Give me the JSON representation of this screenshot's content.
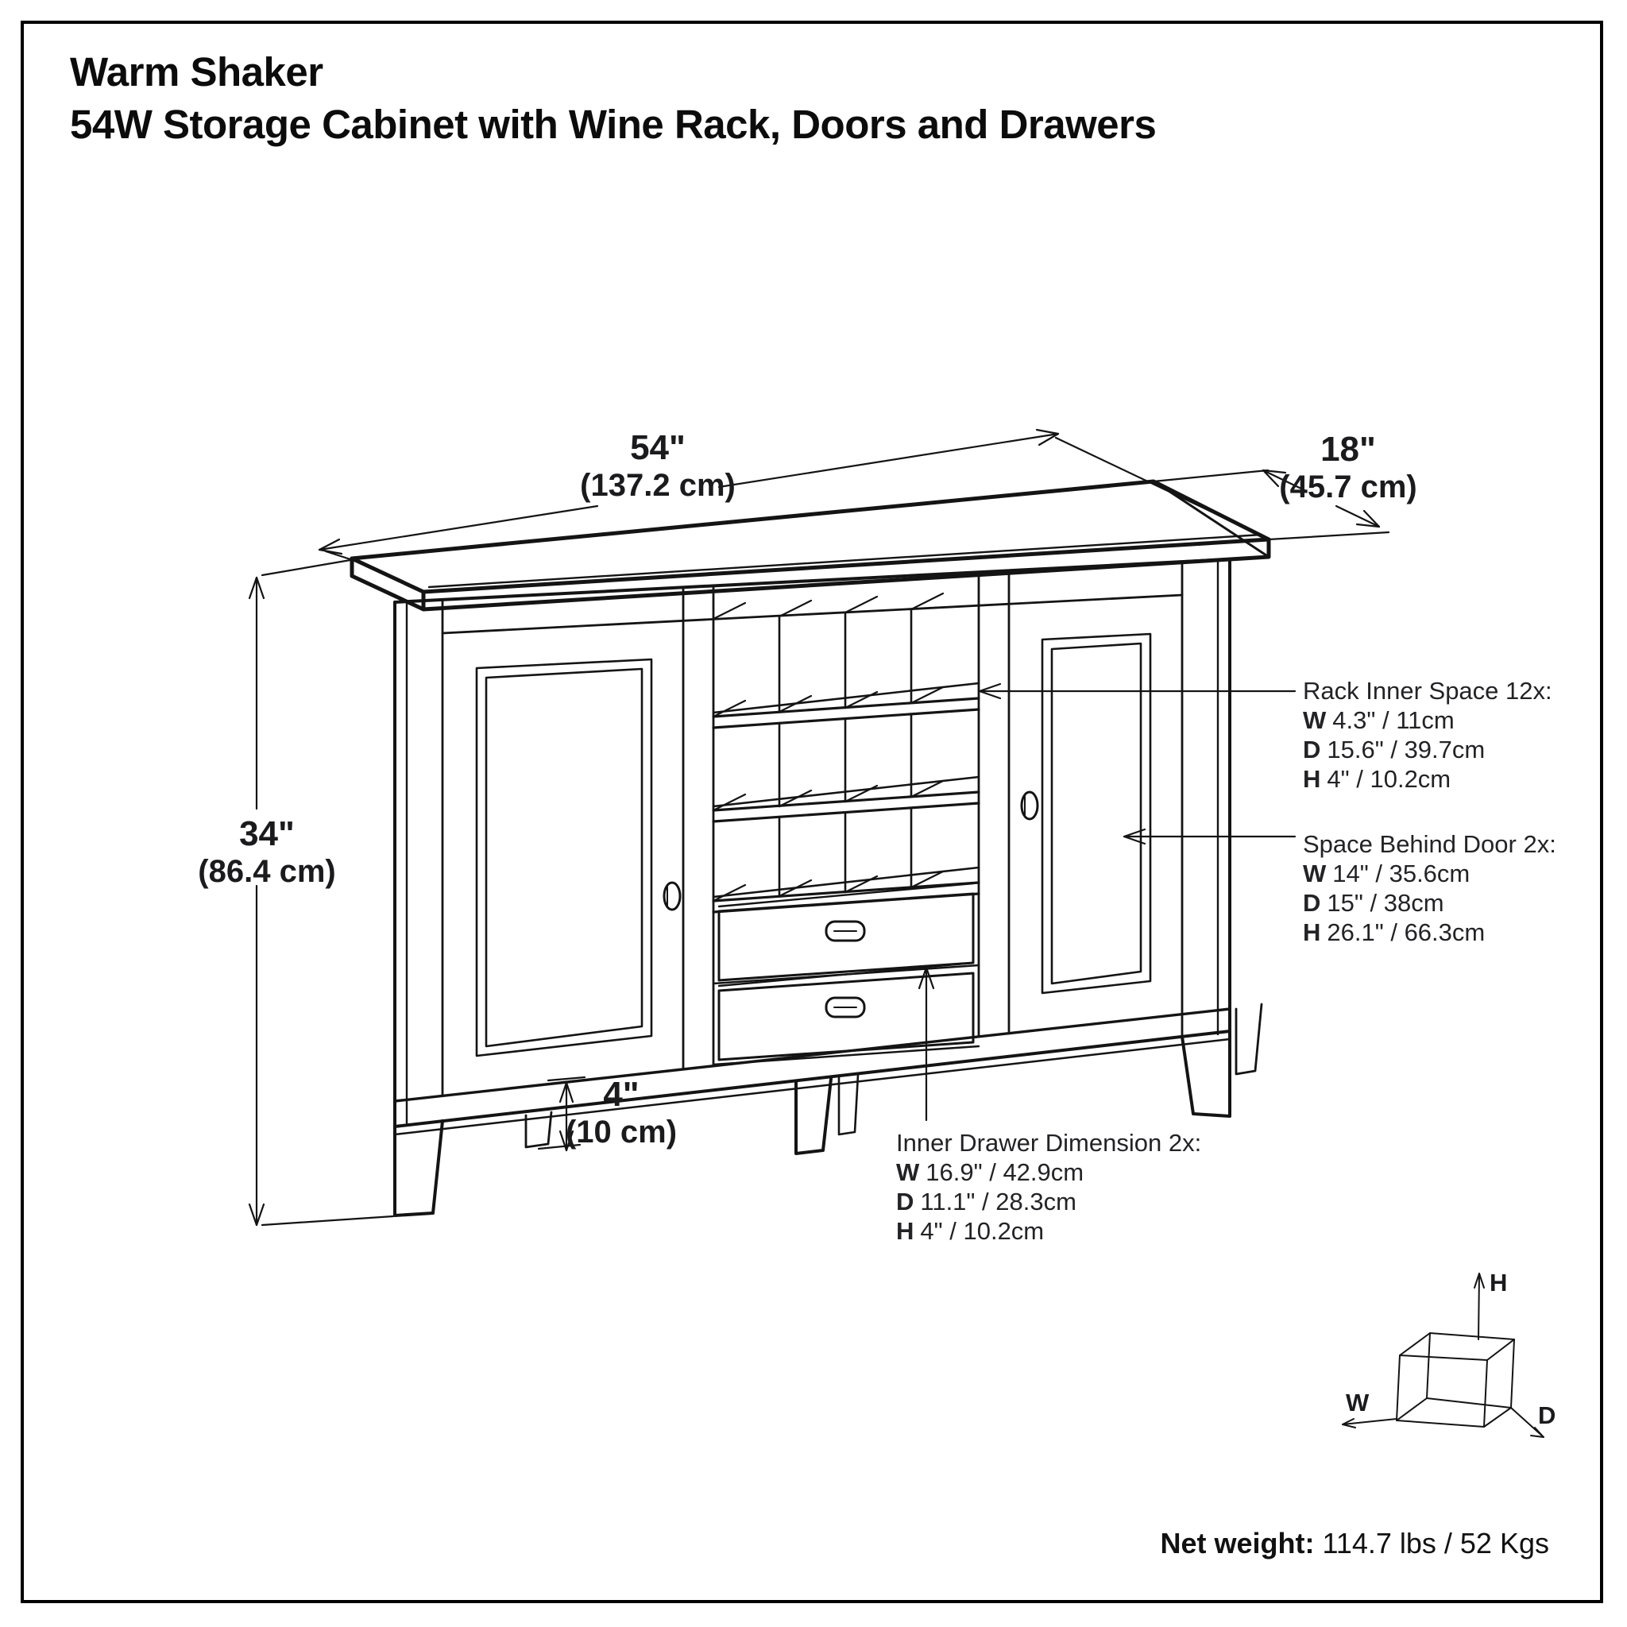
{
  "title": {
    "line1": "Warm Shaker",
    "line2": "54W Storage Cabinet with Wine Rack, Doors and Drawers"
  },
  "dimensions": {
    "width": {
      "value": "54\"",
      "metric": "(137.2 cm)"
    },
    "depth": {
      "value": "18\"",
      "metric": "(45.7 cm)"
    },
    "height": {
      "value": "34\"",
      "metric": "(86.4 cm)"
    },
    "clearance": {
      "value": "4\"",
      "metric": "(10 cm)"
    }
  },
  "annotations": {
    "rack": {
      "title": "Rack Inner Space 12x:",
      "rows": [
        {
          "label": "W",
          "text": "4.3\" / 11cm"
        },
        {
          "label": "D",
          "text": "15.6\" / 39.7cm"
        },
        {
          "label": "H",
          "text": "4\" / 10.2cm"
        }
      ]
    },
    "door": {
      "title": "Space Behind Door 2x:",
      "rows": [
        {
          "label": "W",
          "text": "14\" / 35.6cm"
        },
        {
          "label": "D",
          "text": "15\" / 38cm"
        },
        {
          "label": "H",
          "text": "26.1\" / 66.3cm"
        }
      ]
    },
    "drawer": {
      "title": "Inner Drawer Dimension 2x:",
      "rows": [
        {
          "label": "W",
          "text": "16.9\" / 42.9cm"
        },
        {
          "label": "D",
          "text": "11.1\" / 28.3cm"
        },
        {
          "label": "H",
          "text": "4\" / 10.2cm"
        }
      ]
    }
  },
  "axis_cube": {
    "w": "W",
    "h": "H",
    "d": "D"
  },
  "footer": {
    "net_weight_label": "Net weight:",
    "net_weight_value": "114.7 lbs / 52 Kgs"
  }
}
